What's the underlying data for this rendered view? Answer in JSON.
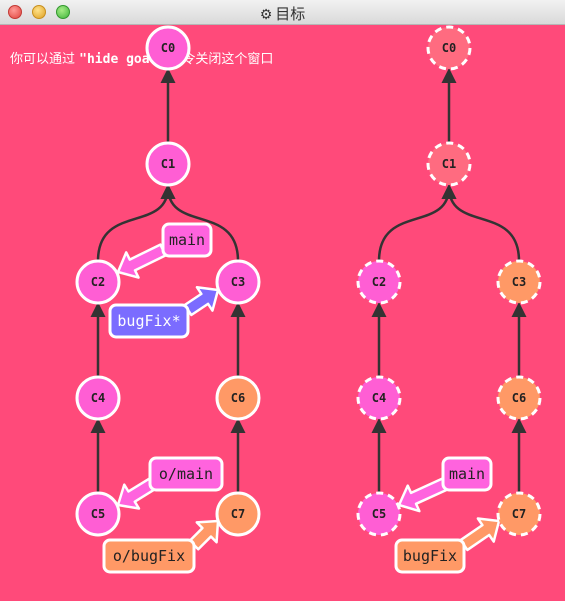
{
  "window": {
    "title": "目标"
  },
  "hint": {
    "before": "你可以通过 ",
    "command": "\"hide goal\"",
    "after": " 命令关闭这个窗口"
  },
  "colors": {
    "background": "#ff4a7a",
    "commit_main": "#ff5ed4",
    "commit_bugfix": "#ff9966",
    "commit_goal_grey": "#ff6b80",
    "branch_main": "#ff63de",
    "branch_bugfix_active": "#7b6cff",
    "branch_bugfix": "#ff9966"
  },
  "left_tree": {
    "commits": [
      {
        "id": "C0",
        "color": "main"
      },
      {
        "id": "C1",
        "color": "main"
      },
      {
        "id": "C2",
        "color": "main"
      },
      {
        "id": "C3",
        "color": "main"
      },
      {
        "id": "C4",
        "color": "main"
      },
      {
        "id": "C6",
        "color": "bugfix"
      },
      {
        "id": "C5",
        "color": "main"
      },
      {
        "id": "C7",
        "color": "bugfix"
      }
    ],
    "branches": [
      {
        "label": "main",
        "target": "C2"
      },
      {
        "label": "bugFix*",
        "target": "C3"
      },
      {
        "label": "o/main",
        "target": "C5"
      },
      {
        "label": "o/bugFix",
        "target": "C7"
      }
    ]
  },
  "right_tree": {
    "commits": [
      {
        "id": "C0",
        "color": "grey"
      },
      {
        "id": "C1",
        "color": "grey"
      },
      {
        "id": "C2",
        "color": "main"
      },
      {
        "id": "C3",
        "color": "bugfix"
      },
      {
        "id": "C4",
        "color": "main"
      },
      {
        "id": "C6",
        "color": "bugfix"
      },
      {
        "id": "C5",
        "color": "main"
      },
      {
        "id": "C7",
        "color": "bugfix"
      }
    ],
    "branches": [
      {
        "label": "main",
        "target": "C5"
      },
      {
        "label": "bugFix",
        "target": "C7"
      }
    ]
  }
}
